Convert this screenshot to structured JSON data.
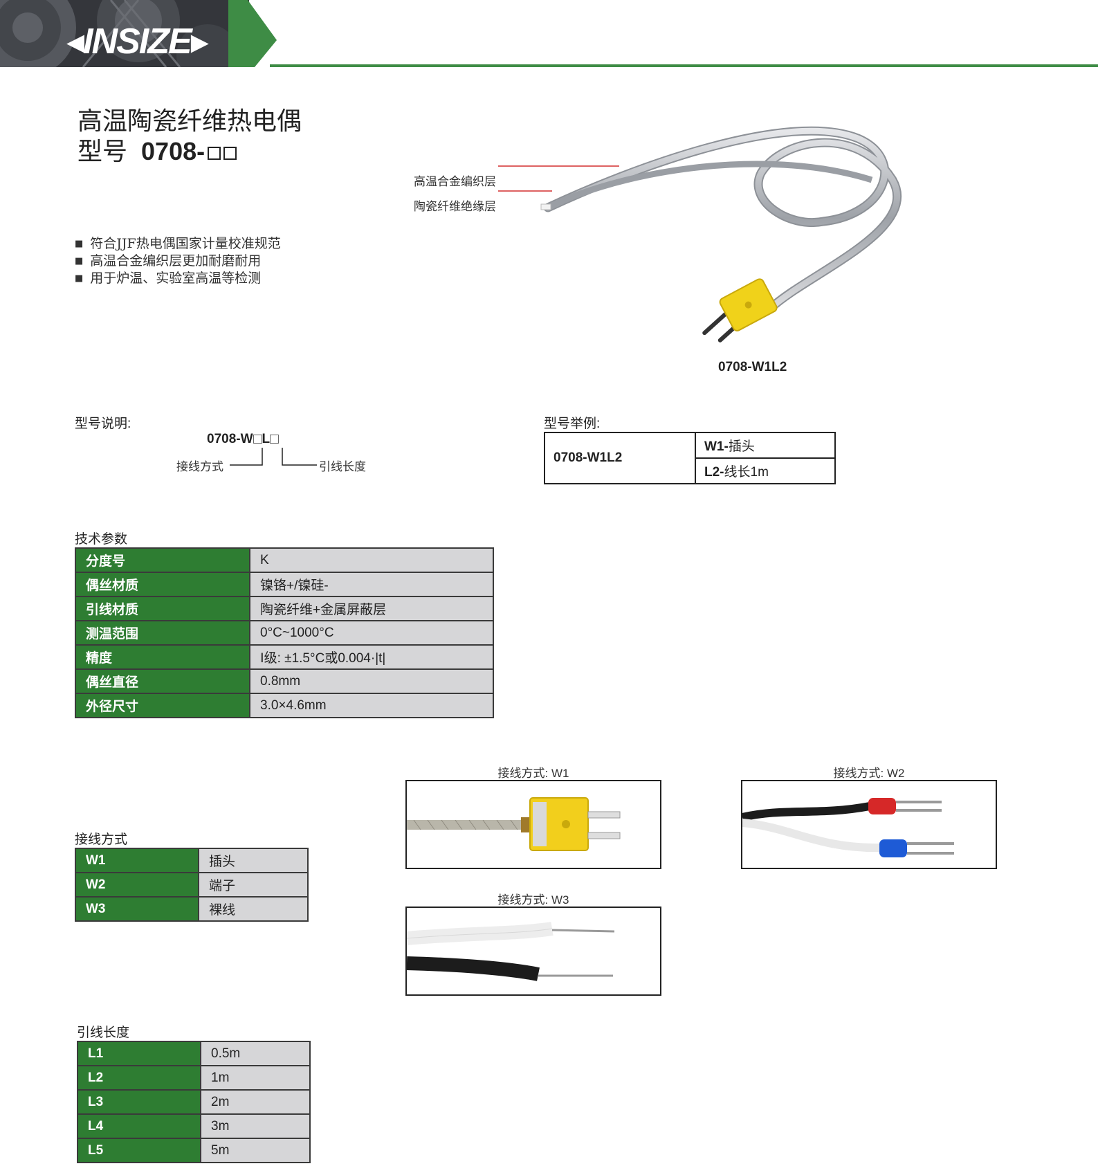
{
  "brand": {
    "logo_text": "INSIZE",
    "accent_color": "#3e8c45",
    "table_key_bg": "#2e7d32",
    "table_val_bg": "#d6d6d8"
  },
  "product": {
    "title": "高温陶瓷纤维热电偶",
    "model_label": "型号",
    "model_code": "0708-",
    "features": [
      "符合JJF热电偶国家计量校准规范",
      "高温合金编织层更加耐磨耐用",
      "用于炉温、实验室高温等检测"
    ],
    "callouts": {
      "braid_layer": "高温合金编织层",
      "insulation_layer": "陶瓷纤维绝缘层"
    },
    "image_caption": "0708-W1L2"
  },
  "model_explanation": {
    "label": "型号说明:",
    "code_prefix": "0708-W",
    "code_mid": "L",
    "wiring_label": "接线方式",
    "length_label": "引线长度"
  },
  "model_example": {
    "label": "型号举例:",
    "code": "0708-W1L2",
    "rows": [
      {
        "code": "W1-",
        "text": "插头"
      },
      {
        "code": "L2-",
        "text": "线长1m"
      }
    ]
  },
  "tech_params": {
    "label": "技术参数",
    "rows": [
      {
        "key": "分度号",
        "value": "K"
      },
      {
        "key": "偶丝材质",
        "value": "镍铬+/镍硅-"
      },
      {
        "key": "引线材质",
        "value": "陶瓷纤维+金属屏蔽层"
      },
      {
        "key": "测温范围",
        "value": "0°C~1000°C"
      },
      {
        "key": "精度",
        "value": "Ⅰ级: ±1.5°C或0.004·|t|"
      },
      {
        "key": "偶丝直径",
        "value": "0.8mm"
      },
      {
        "key": "外径尺寸",
        "value": "3.0×4.6mm"
      }
    ]
  },
  "wiring": {
    "label": "接线方式",
    "rows": [
      {
        "key": "W1",
        "value": "插头"
      },
      {
        "key": "W2",
        "value": "端子"
      },
      {
        "key": "W3",
        "value": "裸线"
      }
    ],
    "image_captions": {
      "w1": "接线方式: W1",
      "w2": "接线方式: W2",
      "w3": "接线方式: W3"
    }
  },
  "lead_length": {
    "label": "引线长度",
    "rows": [
      {
        "key": "L1",
        "value": "0.5m"
      },
      {
        "key": "L2",
        "value": "1m"
      },
      {
        "key": "L3",
        "value": "2m"
      },
      {
        "key": "L4",
        "value": "3m"
      },
      {
        "key": "L5",
        "value": "5m"
      }
    ]
  }
}
